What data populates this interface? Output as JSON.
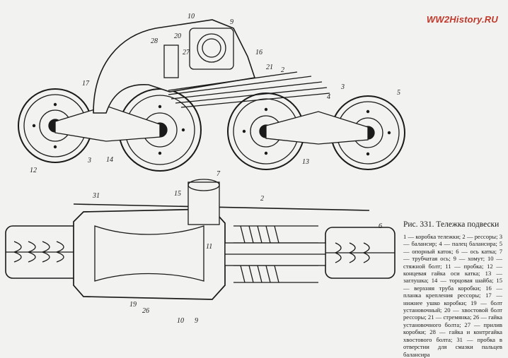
{
  "watermark": "WW2History.RU",
  "caption": {
    "title": "Рис. 331. Тележка подвески",
    "body": "1 — коробка тележки; 2 — рессоры; 3 — балансир; 4 — палец балансира; 5 — опорный каток; 6 — ось катка; 7 — трубчатая ось; 9 — хомут; 10 — стяжной болт; 11 — пробка; 12 — концевая гайка оси катка; 13 — заглушка; 14 — торцовая шайба; 15 — верхняя труба коробки; 16 — планка крепления рессоры; 17 — нижнее ушко коробки; 19 — болт установочный; 20 — хвостовой болт рессоры; 21 — стремянка; 26 — гайка установочного болта; 27 — прилив коробки; 28 — гайка и контргайка хвостового болта; 31 — пробка в отверстии для смазки пальцев балансира"
  },
  "side_view_callouts": [
    "10",
    "9",
    "20",
    "28",
    "27",
    "16",
    "21",
    "2",
    "17",
    "3",
    "4",
    "5",
    "12",
    "3",
    "14",
    "13"
  ],
  "plan_view_callouts": [
    "7",
    "31",
    "15",
    "2",
    "6",
    "11",
    "19",
    "26",
    "10",
    "9"
  ]
}
